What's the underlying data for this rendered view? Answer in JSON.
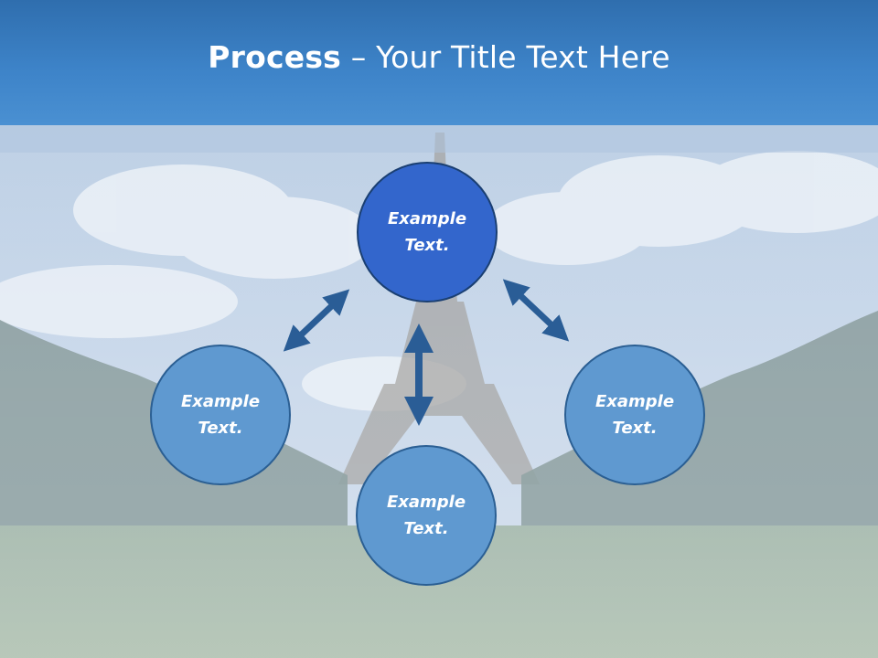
{
  "title": {
    "bold": "Process",
    "rest": " – Your Title Text Here"
  },
  "nodes": {
    "top": {
      "text": "Example\nText."
    },
    "left": {
      "text": "Example\nText."
    },
    "right": {
      "text": "Example\nText."
    },
    "bottom": {
      "text": "Example\nText."
    }
  },
  "colors": {
    "header": "#3d83c8",
    "top_node": "#3366cc",
    "node": "#5f99d0",
    "arrow": "#2a5d96"
  },
  "icons": {
    "arrows": "double-headed-arrow"
  }
}
